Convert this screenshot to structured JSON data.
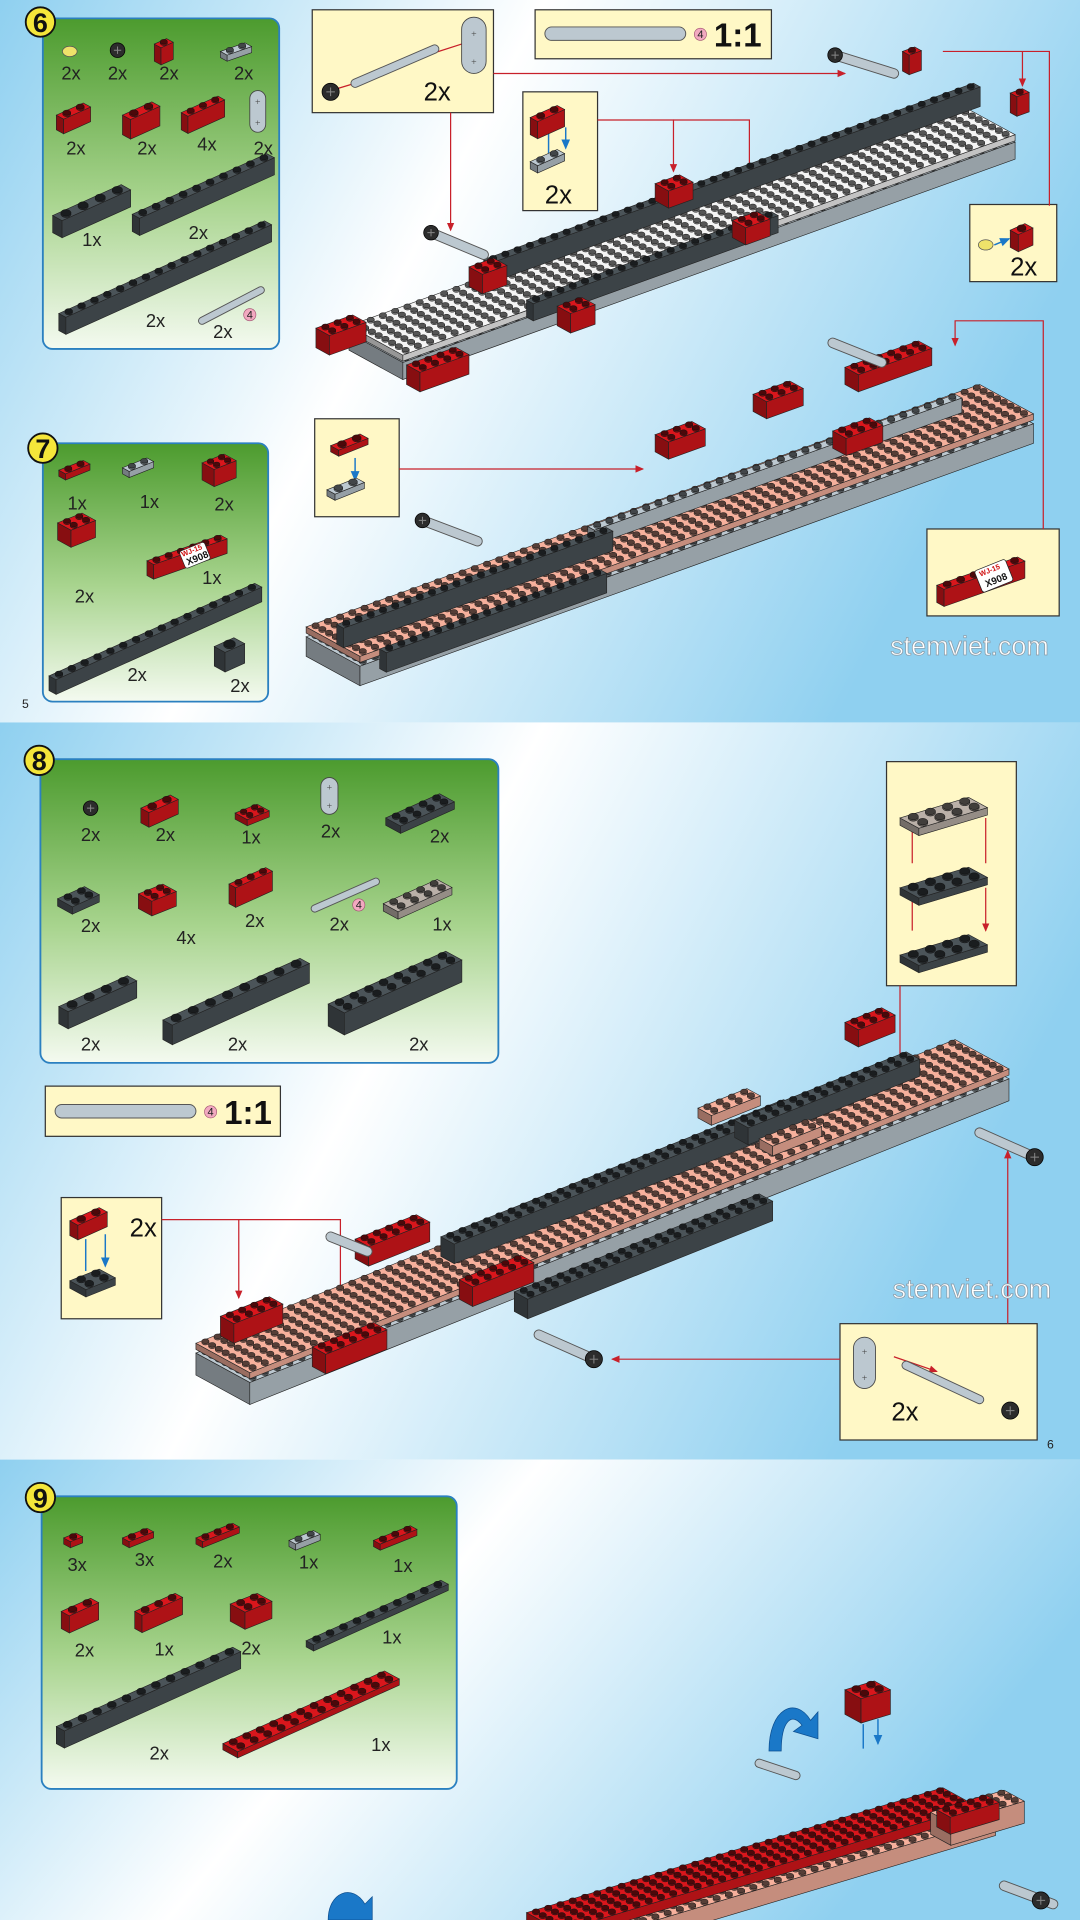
{
  "colors": {
    "red": "#d9161c",
    "dark": "#4b5459",
    "lgray": "#bcc8d0",
    "white": "#f4f4f4",
    "salmon": "#f6b09c",
    "tan": "#bab0a8",
    "yellow": "#eee26a",
    "black": "#2c2c2c",
    "panel_border": "#2b80c0",
    "callout_bg": "#fff8c6",
    "step_badge": "#f5e63a",
    "arrow_red": "#c8202a",
    "arrow_blue": "#1a78c8"
  },
  "page5": {
    "number": "5",
    "watermark": "stemviet.com"
  },
  "page6": {
    "number": "6",
    "watermark": "stemviet.com"
  },
  "step6": {
    "number": "6",
    "counts": [
      "2x",
      "2x",
      "2x",
      "2x",
      "2x",
      "2x",
      "4x",
      "2x",
      "1x",
      "2x",
      "2x",
      "2x"
    ],
    "marker": "4"
  },
  "step7": {
    "number": "7",
    "counts": [
      "1x",
      "1x",
      "2x",
      "2x",
      "1x",
      "2x",
      "2x"
    ]
  },
  "step8": {
    "number": "8",
    "counts": [
      "2x",
      "2x",
      "1x",
      "2x",
      "2x",
      "2x",
      "4x",
      "2x",
      "2x",
      "1x",
      "2x",
      "2x",
      "2x"
    ],
    "marker": "4"
  },
  "step9": {
    "number": "9",
    "counts": [
      "3x",
      "3x",
      "2x",
      "1x",
      "1x",
      "2x",
      "1x",
      "2x",
      "1x",
      "2x",
      "1x"
    ]
  },
  "callouts": {
    "axle_assembly_top": {
      "count": "2x"
    },
    "scale_top": {
      "marker": "4",
      "ratio": "1:1"
    },
    "brick_on_plate": {
      "count": "2x"
    },
    "round_plate_on_brick": {
      "count": "2x"
    },
    "scale_mid": {
      "marker": "4",
      "ratio": "1:1"
    },
    "brick_on_plate_2": {
      "count": "2x"
    },
    "axle_assembly_mid": {
      "count": "2x"
    }
  },
  "sticker": {
    "line1": "WJ-15",
    "line2": "X908"
  }
}
